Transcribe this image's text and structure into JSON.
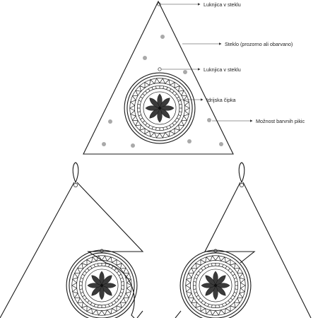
{
  "labels": {
    "hole_top": "Luknjica v steklu",
    "glass": "Steklo (prozorno ali obarvano)",
    "hole_lace": "Luknjica v steklu",
    "lace": "Idrijska čipka",
    "dots": "Možnost barvnih pikic"
  },
  "colors": {
    "line": "#1a1a1a",
    "dots": "#a9a9a9",
    "petals": "#3a3a3a"
  }
}
